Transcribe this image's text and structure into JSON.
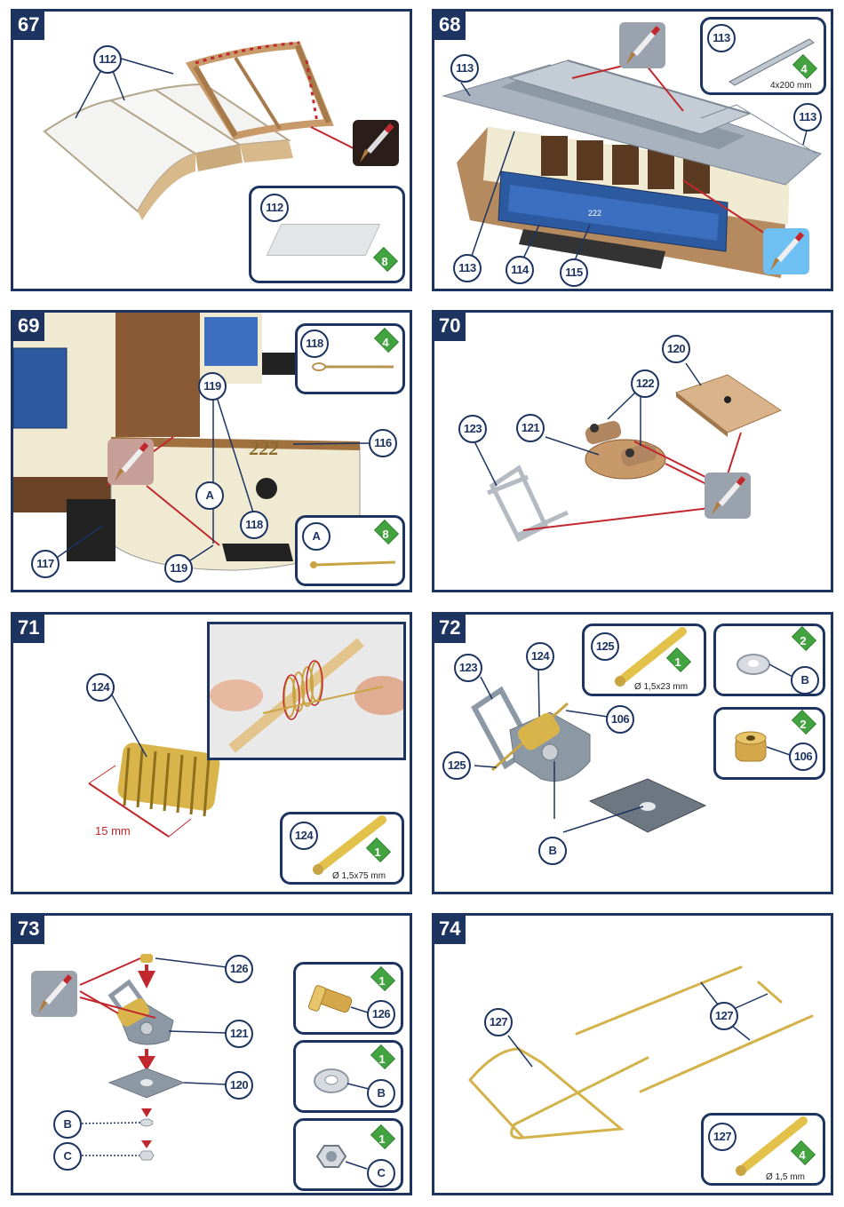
{
  "steps": [
    {
      "num": "67",
      "callouts": [
        "112",
        "112"
      ],
      "parts": [
        {
          "ref": "112",
          "qty": "8"
        }
      ]
    },
    {
      "num": "68",
      "callouts": [
        "113",
        "113",
        "113",
        "114",
        "115"
      ],
      "parts": [
        {
          "ref": "113",
          "qty": "4",
          "dim": "4x200 mm"
        }
      ]
    },
    {
      "num": "69",
      "callouts": [
        "119",
        "116",
        "A",
        "118",
        "117",
        "119"
      ],
      "parts": [
        {
          "ref": "118",
          "qty": "4"
        },
        {
          "ref": "A",
          "qty": "8"
        }
      ],
      "tram_number": "222"
    },
    {
      "num": "70",
      "callouts": [
        "120",
        "122",
        "123",
        "121"
      ]
    },
    {
      "num": "71",
      "callouts": [
        "124"
      ],
      "measure": "15 mm",
      "parts": [
        {
          "ref": "124",
          "qty": "1",
          "dim": "Ø 1,5x75 mm"
        }
      ]
    },
    {
      "num": "72",
      "callouts": [
        "123",
        "124",
        "106",
        "125",
        "B"
      ],
      "parts": [
        {
          "ref": "125",
          "qty": "1",
          "dim": "Ø 1,5x23 mm"
        },
        {
          "ref": "B",
          "qty": "2"
        },
        {
          "ref": "106",
          "qty": "2"
        }
      ]
    },
    {
      "num": "73",
      "callouts": [
        "126",
        "121",
        "120",
        "B",
        "C"
      ],
      "parts": [
        {
          "ref": "126",
          "qty": "1"
        },
        {
          "ref": "B",
          "qty": "1"
        },
        {
          "ref": "C",
          "qty": "1"
        }
      ]
    },
    {
      "num": "74",
      "callouts": [
        "127",
        "127"
      ],
      "parts": [
        {
          "ref": "127",
          "qty": "4",
          "dim": "Ø 1,5 mm"
        }
      ]
    }
  ],
  "colors": {
    "frame": "#1d3461",
    "qty_badge": "#43a340",
    "leader": "#c0282d",
    "tram_blue": "#2c5aa0",
    "tram_cream": "#f1ead2",
    "wood": "#c89a6a",
    "brass": "#d4b24a",
    "roof_grey": "#a9b3bf"
  },
  "icons": [
    "paintbrush-icon",
    "quantity-diamond-icon",
    "callout-circle"
  ]
}
